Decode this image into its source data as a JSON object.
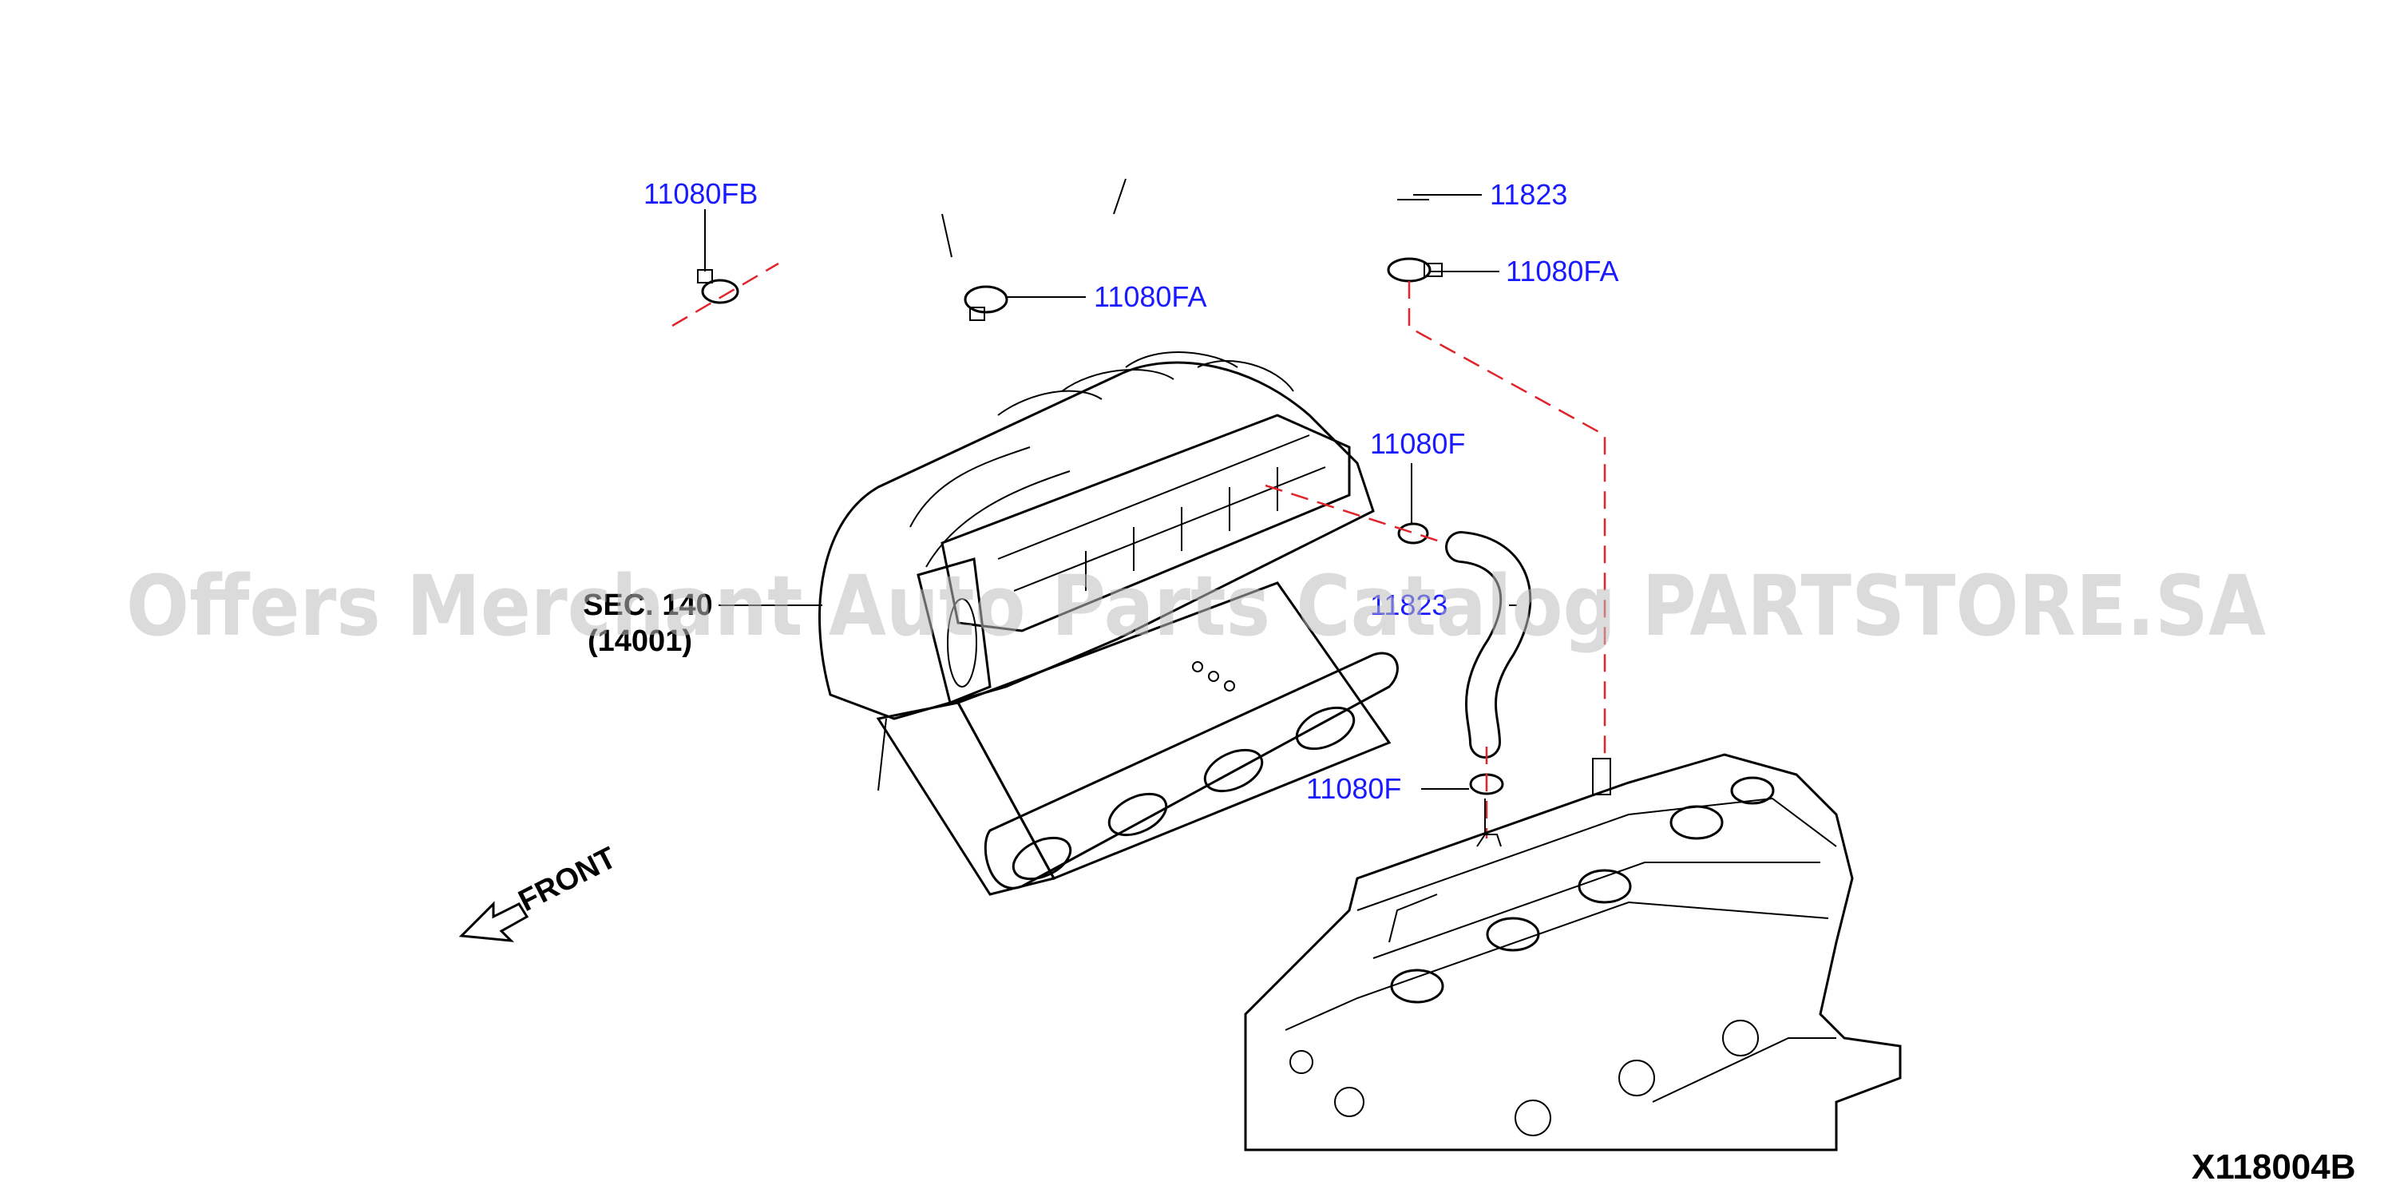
{
  "diagram": {
    "callouts": {
      "c_11080FB": "11080FB",
      "c_11080FA_left": "11080FA",
      "c_11823_top": "11823",
      "c_11080FA_right": "11080FA",
      "c_11080F_upper": "11080F",
      "c_11823_mid": "11823",
      "c_11080F_lower": "11080F"
    },
    "sec_label": {
      "line1": "SEC. 140",
      "line2": "(14001)"
    },
    "front_label": "FRONT",
    "figure_id": "X118004B",
    "watermark": "Offers Merchant Auto Parts Catalog PARTSTORE.SA",
    "colors": {
      "callout": "#1a1aff",
      "leader_dash": "#e0242a",
      "line": "#000000"
    },
    "icons": {
      "front_arrow": "front-arrow-icon"
    }
  }
}
